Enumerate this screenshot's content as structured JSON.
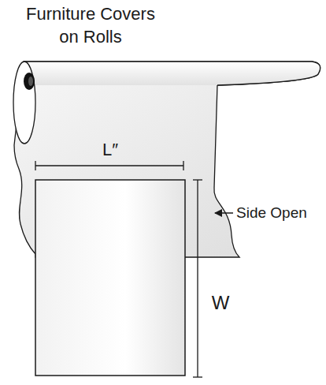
{
  "diagram": {
    "title": "Furniture Covers on Rolls",
    "labels": [
      "L″",
      "W",
      "Side Open"
    ]
  }
}
